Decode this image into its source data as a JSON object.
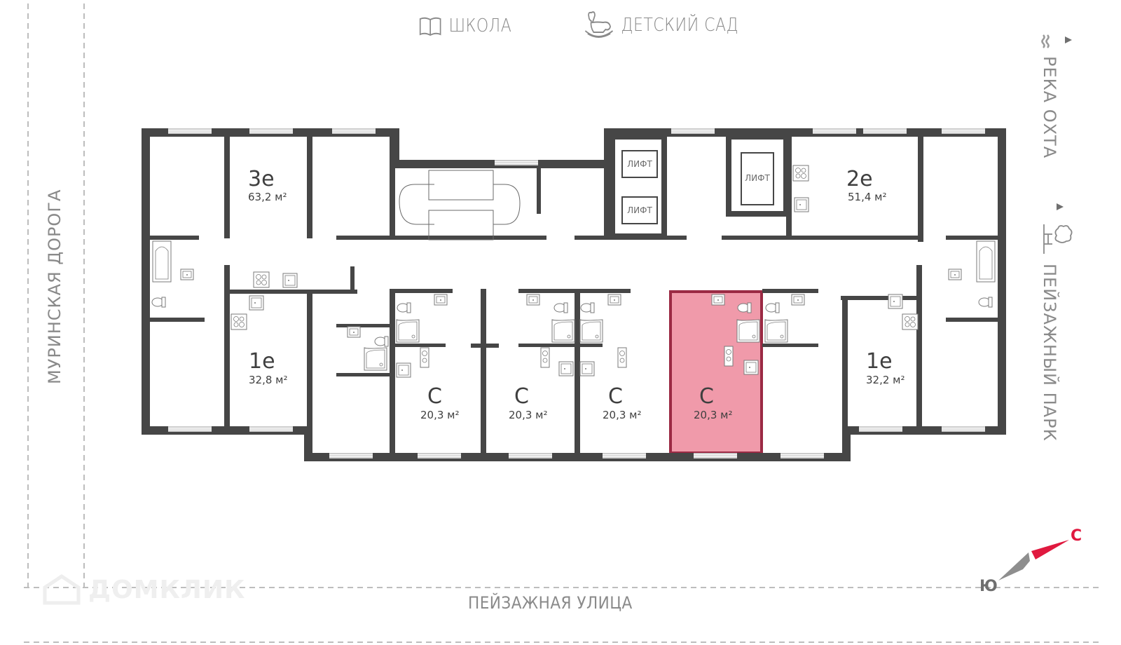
{
  "landmarks": {
    "school": {
      "label": "ШКОЛА",
      "icon": "book-icon"
    },
    "kindergarten": {
      "label": "ДЕТСКИЙ САД",
      "icon": "rocking-horse-icon"
    },
    "river": {
      "label": "РЕКА ОХТА",
      "icon": "water-waves-icon"
    },
    "park": {
      "label": "ПЕЙЗАЖНЫЙ ПАРК",
      "icon": "park-bench-tree-icon"
    }
  },
  "streets": {
    "left": "МУРИНСКАЯ ДОРОГА",
    "bottom": "ПЕЙЗАЖНАЯ УЛИЦА"
  },
  "compass": {
    "north": "С",
    "south": "Ю",
    "north_color": "#e0193f",
    "south_color": "#8e8e8e"
  },
  "watermark": "ДОМКЛИК",
  "lift_label": "ЛИФТ",
  "colors": {
    "wall": "#464646",
    "highlight_fill": "#f09aaa",
    "highlight_border": "#9b2a44",
    "text_gray": "#8a8a8a"
  },
  "apartments": [
    {
      "id": "apt-3e",
      "type": "3е",
      "area": "63,2 м²",
      "selected": false
    },
    {
      "id": "apt-1e-left",
      "type": "1е",
      "area": "32,8 м²",
      "selected": false
    },
    {
      "id": "apt-studio-1",
      "type": "С",
      "area": "20,3 м²",
      "selected": false
    },
    {
      "id": "apt-studio-2",
      "type": "С",
      "area": "20,3 м²",
      "selected": false
    },
    {
      "id": "apt-studio-3",
      "type": "С",
      "area": "20,3 м²",
      "selected": false
    },
    {
      "id": "apt-studio-4",
      "type": "С",
      "area": "20,3 м²",
      "selected": true
    },
    {
      "id": "apt-2e",
      "type": "2е",
      "area": "51,4 м²",
      "selected": false
    },
    {
      "id": "apt-1e-right",
      "type": "1е",
      "area": "32,2 м²",
      "selected": false
    }
  ]
}
